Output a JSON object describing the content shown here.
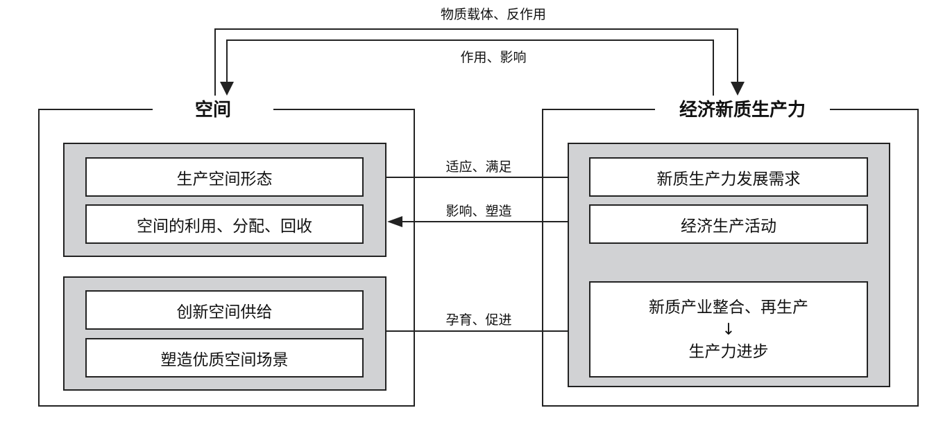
{
  "groups": {
    "left_title": "空间",
    "right_title": "经济新质生产力"
  },
  "left_nodes": {
    "shape": "生产空间形态",
    "use": "空间的利用、分配、回收",
    "supply": "创新空间供给",
    "scene": "塑造优质空间场景"
  },
  "right_nodes": {
    "demand": "新质生产力发展需求",
    "activity": "经济生产活动",
    "integration_line1": "新质产业整合、再生产",
    "integration_arrow": "↓",
    "integration_line2": "生产力进步"
  },
  "edges": {
    "top_outer": "物质载体、反作用",
    "top_inner": "作用、影响",
    "adapt": "适应、满足",
    "shape_influence": "影响、塑造",
    "nurture": "孕育、促进"
  }
}
